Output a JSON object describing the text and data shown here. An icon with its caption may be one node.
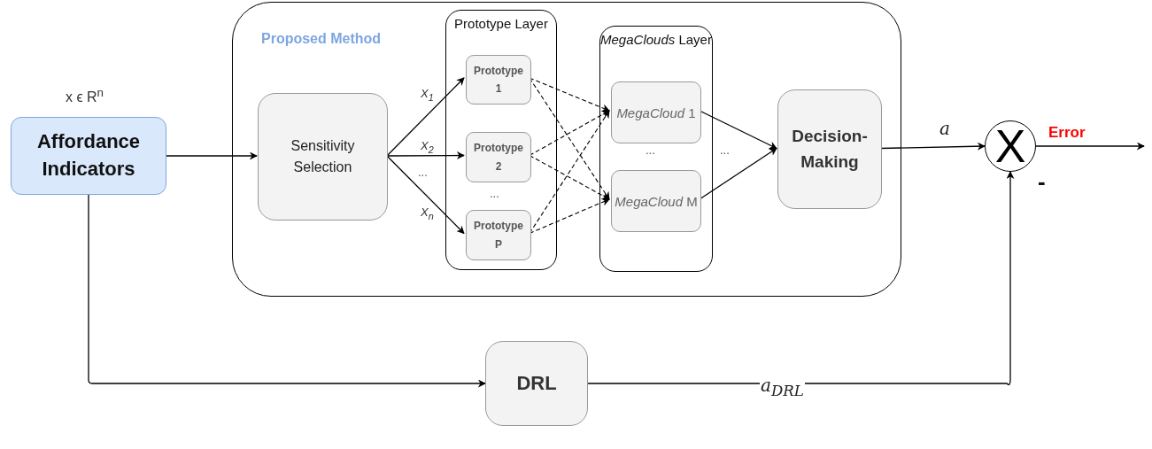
{
  "diagram": {
    "nodes": [
      {
        "text": [
          "Proposed Method"
        ]
      },
      {
        "text": [
          "Affordance Indicators"
        ],
        "beside": [
          "x ϵ R$^{n}$"
        ]
      },
      {
        "text": [
          "Sensitivity Selection"
        ],
        "in": 0
      },
      {
        "text": [
          "Prototype Layer"
        ],
        "in": 0
      },
      {
        "text": [
          "Prototype 1"
        ],
        "in": 3
      },
      {
        "text": [
          "Prototype 2"
        ],
        "in": 3
      },
      {
        "text": [
          "Prototype P"
        ],
        "in": 3
      },
      {
        "text": [
          "*MegaClouds* Layer"
        ],
        "in": 0
      },
      {
        "text": [
          "*MegaCloud* 1"
        ],
        "in": 7
      },
      {
        "text": [
          "*MegaCloud* M"
        ],
        "in": 7
      },
      {
        "text": [
          "Decision-Making"
        ],
        "in": 0
      },
      {
        "text": [
          "X"
        ]
      },
      {
        "text": [
          "DRL"
        ]
      }
    ],
    "edges": [
      {
        "from": 1,
        "to": 2,
        "arrow": "to"
      },
      {
        "from": 2,
        "to": 4,
        "arrow": "to",
        "label": "X$_{1}$"
      },
      {
        "from": 2,
        "to": 5,
        "arrow": "to",
        "label": "X$_{2}$"
      },
      {
        "from": 2,
        "to": 6,
        "arrow": "to",
        "label": "X$_{n}$"
      },
      {
        "from": 4,
        "to": 8,
        "arrow": "to",
        "style": "dashed"
      },
      {
        "from": 4,
        "to": 9,
        "arrow": "to",
        "style": "dashed"
      },
      {
        "from": 5,
        "to": 8,
        "arrow": "to",
        "style": "dashed"
      },
      {
        "from": 5,
        "to": 9,
        "arrow": "to",
        "style": "dashed"
      },
      {
        "from": 6,
        "to": 8,
        "arrow": "to",
        "style": "dashed"
      },
      {
        "from": 6,
        "to": 9,
        "arrow": "to",
        "style": "dashed"
      },
      {
        "from": 8,
        "to": 10,
        "arrow": "to"
      },
      {
        "from": 9,
        "to": 10,
        "arrow": "to"
      },
      {
        "from": 10,
        "to": 11,
        "arrow": "to",
        "label": "a"
      },
      {
        "from": 11,
        "to": null,
        "arrow": "to"
      },
      {
        "from": 1,
        "to": 12,
        "arrow": "to"
      },
      {
        "from": 12,
        "to": 11,
        "arrow": "to",
        "label": "a$_{DRL}$"
      }
    ],
    "labels": [
      "...",
      "...",
      "...",
      "...",
      "Error",
      "-"
    ]
  }
}
